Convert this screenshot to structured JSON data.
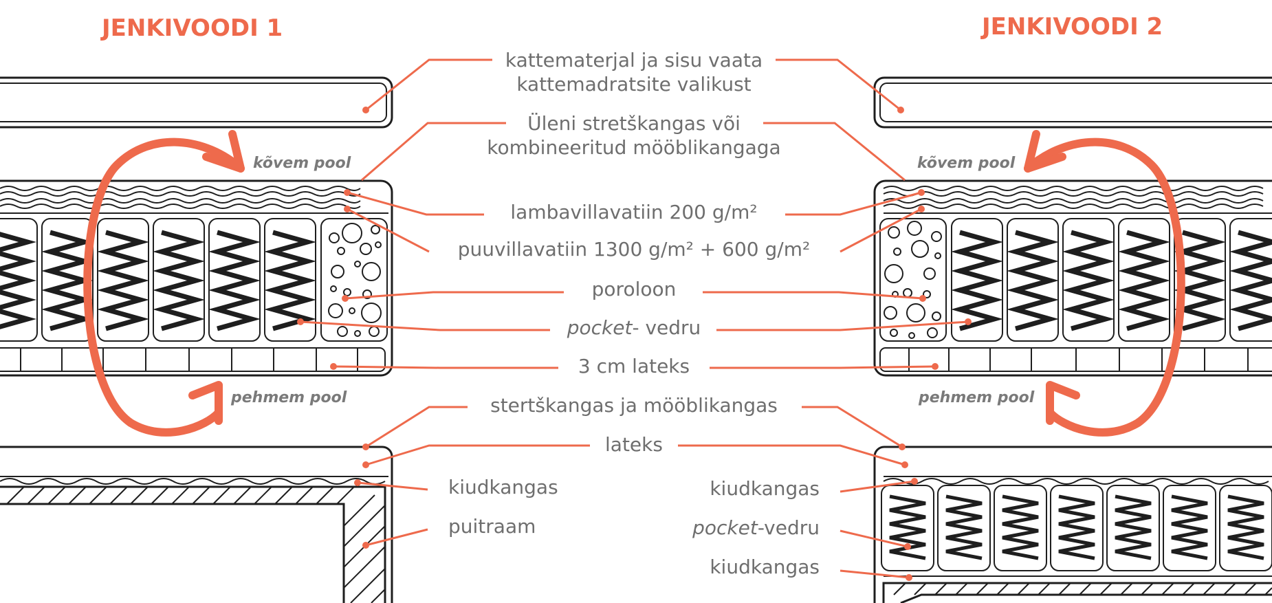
{
  "colors": {
    "accent": "#ee6a4c",
    "text": "#6e6e6e",
    "ink": "#1e1e1e"
  },
  "titles": {
    "left": "JENKIVOODI 1",
    "right": "JENKIVOODI 2"
  },
  "sides": {
    "left_top": "kõvem pool",
    "left_bottom": "pehmem pool",
    "right_top": "kõvem pool",
    "right_bottom": "pehmem pool"
  },
  "labels": {
    "cover_1": "kattematerjal ja sisu vaata",
    "cover_2": "kattemadratsite valikust",
    "stretch_1": "Üleni stretškangas või",
    "stretch_2": "kombineeritud mööblikangaga",
    "wool": "lambavillavatiin 200 g/m²",
    "cotton": "puuvillavatiin 1300 g/m² + 600 g/m²",
    "foam": "poroloon",
    "pocket_italic": "pocket",
    "pocket_rest": "- vedru",
    "latex3": "3 cm lateks",
    "stretch_furniture": "stertškangas ja mööblikangas",
    "latex": "lateks",
    "fiber_left": "kiudkangas",
    "frame": "puitraam",
    "fiber_right_1": "kiudkangas",
    "pocket2_italic": "pocket",
    "pocket2_rest": "-vedru",
    "fiber_right_2": "kiudkangas"
  },
  "icons": [
    "spring-icon",
    "foam-bubbles-icon",
    "flip-arrow-icon"
  ]
}
